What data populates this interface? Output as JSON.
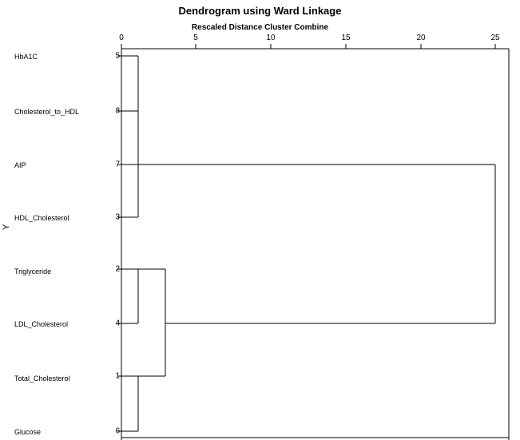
{
  "chart_data": {
    "type": "dendrogram",
    "title": "Dendrogram using Ward Linkage",
    "subtitle": "Rescaled Distance Cluster Combine",
    "xlabel": "",
    "ylabel": "Y",
    "xlim": [
      0,
      26.2
    ],
    "xticks": [
      0,
      5,
      10,
      15,
      20,
      25
    ],
    "xtick_labels": [
      "0",
      "5",
      "10",
      "15",
      "20",
      "25"
    ],
    "grid": false,
    "legend": null,
    "leaves": [
      {
        "label": "HbA1C",
        "num": "5",
        "order": 1
      },
      {
        "label": "Cholesterol_to_HDL",
        "num": "8",
        "order": 2
      },
      {
        "label": "AIP",
        "num": "7",
        "order": 3
      },
      {
        "label": "HDL_Cholesterol",
        "num": "3",
        "order": 4
      },
      {
        "label": "Triglyceride",
        "num": "2",
        "order": 5
      },
      {
        "label": "LDL_Cholesterol",
        "num": "4",
        "order": 6
      },
      {
        "label": "Total_Cholesterol",
        "num": "1",
        "order": 7
      },
      {
        "label": "Glucose",
        "num": "6",
        "order": 8
      }
    ],
    "merges": [
      {
        "id": "m1",
        "left": "HbA1C",
        "right": "Cholesterol_to_HDL",
        "distance": 1.1
      },
      {
        "id": "m2",
        "left": "m1",
        "right": "HDL_Cholesterol",
        "distance": 1.1
      },
      {
        "id": "m3",
        "left": "Triglyceride",
        "right": "LDL_Cholesterol",
        "distance": 1.1
      },
      {
        "id": "m4",
        "left": "Total_Cholesterol",
        "right": "Glucose",
        "distance": 1.1
      },
      {
        "id": "m5",
        "left": "m3",
        "right": "m4",
        "distance": 3.0
      },
      {
        "id": "m6",
        "left": "AIP",
        "right": "m2",
        "distance": 25.0
      },
      {
        "id": "m7",
        "left": "m6",
        "right": "m5",
        "distance": 25.0
      }
    ]
  }
}
